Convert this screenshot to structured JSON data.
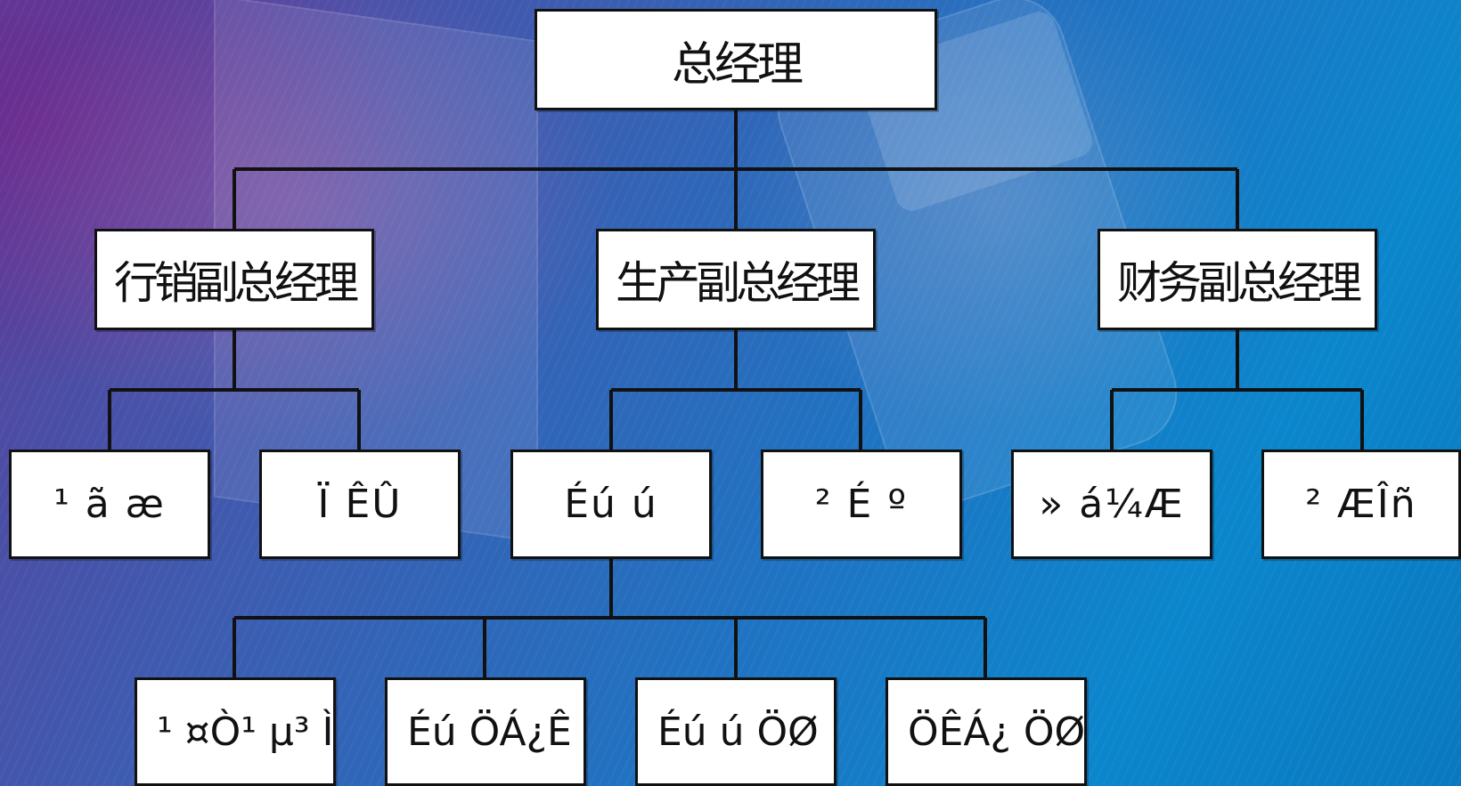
{
  "org_chart": {
    "root": {
      "label": "总经理"
    },
    "vice_managers": [
      {
        "label": "行销副总经理"
      },
      {
        "label": "生产副总经理"
      },
      {
        "label": "财务副总经理"
      }
    ],
    "departments": [
      {
        "label": "¹ ã æ"
      },
      {
        "label": "Ï ÊÛ"
      },
      {
        "label": "Éú ú"
      },
      {
        "label": "² É º"
      },
      {
        "label": "» á¼Æ"
      },
      {
        "label": "² ÆÎñ"
      }
    ],
    "sub_units": [
      {
        "label": "¹ ¤Ò¹ µ³ Ì"
      },
      {
        "label": "Éú ÖÁ¿Ê"
      },
      {
        "label": "Éú ú ÖØ"
      },
      {
        "label": "ÖÊÁ¿ ÖØ"
      }
    ]
  },
  "colors": {
    "node_fill": "#ffffff",
    "node_border": "#111111",
    "connector": "#111111"
  }
}
